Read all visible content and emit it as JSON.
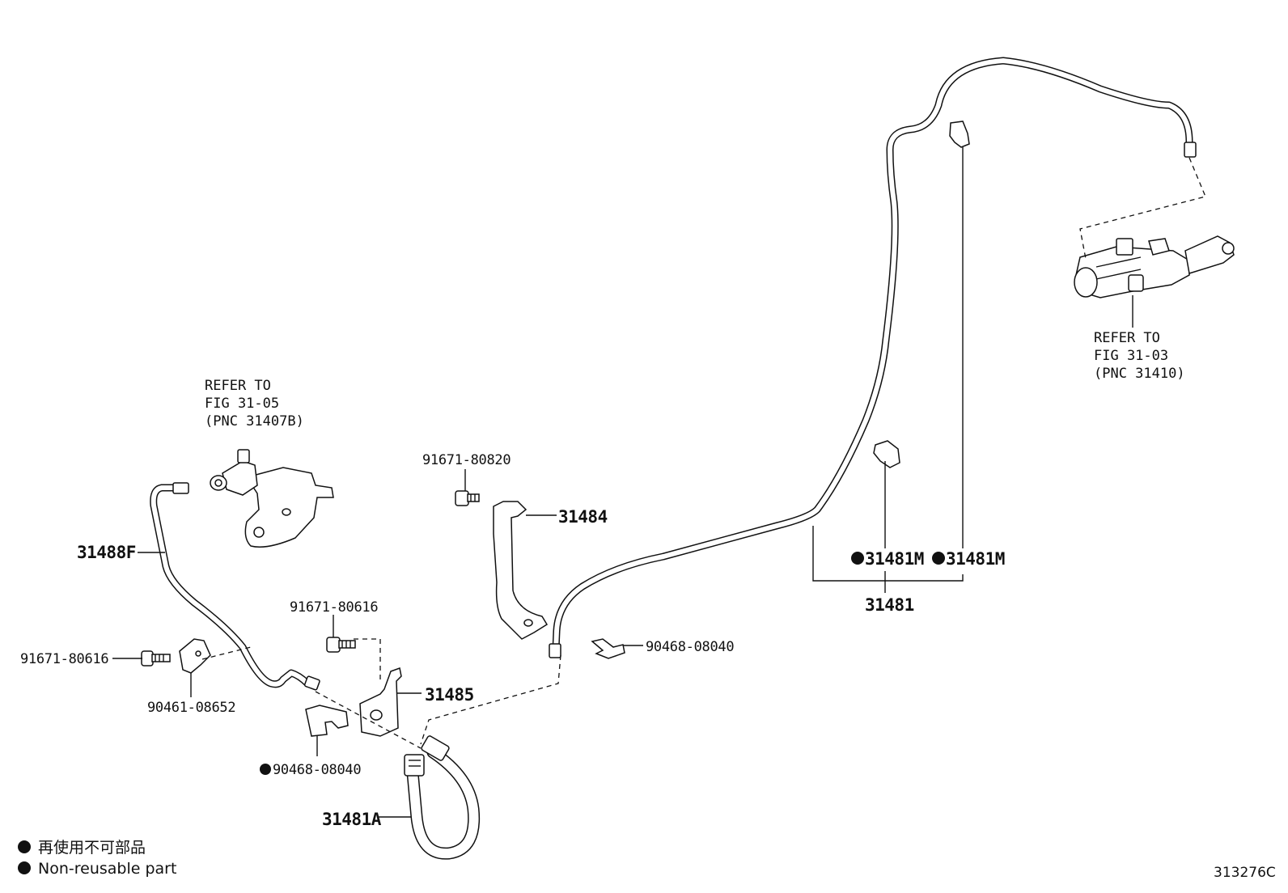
{
  "labels": {
    "p_31488F": "31488F",
    "p_31484": "31484",
    "p_31485": "31485",
    "p_31481A": "31481A",
    "p_31481M_a": "31481M",
    "p_31481M_b": "31481M",
    "p_31481": "31481",
    "p_91671_80820": "91671-80820",
    "p_91671_80616_a": "91671-80616",
    "p_91671_80616_b": "91671-80616",
    "p_90461_08652": "90461-08652",
    "p_90468_08040_a": "90468-08040",
    "p_90468_08040_b": "90468-08040"
  },
  "refs": {
    "left": [
      "REFER TO",
      "FIG 31-05",
      "(PNC 31407B)"
    ],
    "right": [
      "REFER TO",
      "FIG 31-03",
      "(PNC 31410)"
    ]
  },
  "legend": {
    "jp": "再使用不可部品",
    "en": "Non-reusable part"
  },
  "figure_id": "313276C"
}
